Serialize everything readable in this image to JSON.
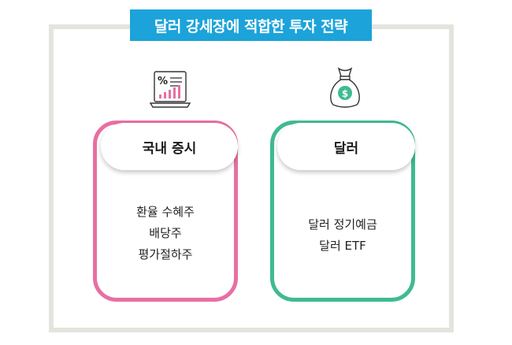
{
  "title": "달러 강세장에 적합한 투자 전략",
  "cards": [
    {
      "icon": "laptop-chart-icon",
      "heading": "국내 증시",
      "items": [
        "환율 수혜주",
        "배당주",
        "평가절하주"
      ],
      "color": "#e86fa3"
    },
    {
      "icon": "money-bag-dollar-icon",
      "heading": "달러",
      "items": [
        "달러 정기예금",
        "달러 ETF"
      ],
      "color": "#3fba92"
    }
  ],
  "colors": {
    "title_bar": "#1ca3da",
    "frame": "#e4e4df"
  }
}
